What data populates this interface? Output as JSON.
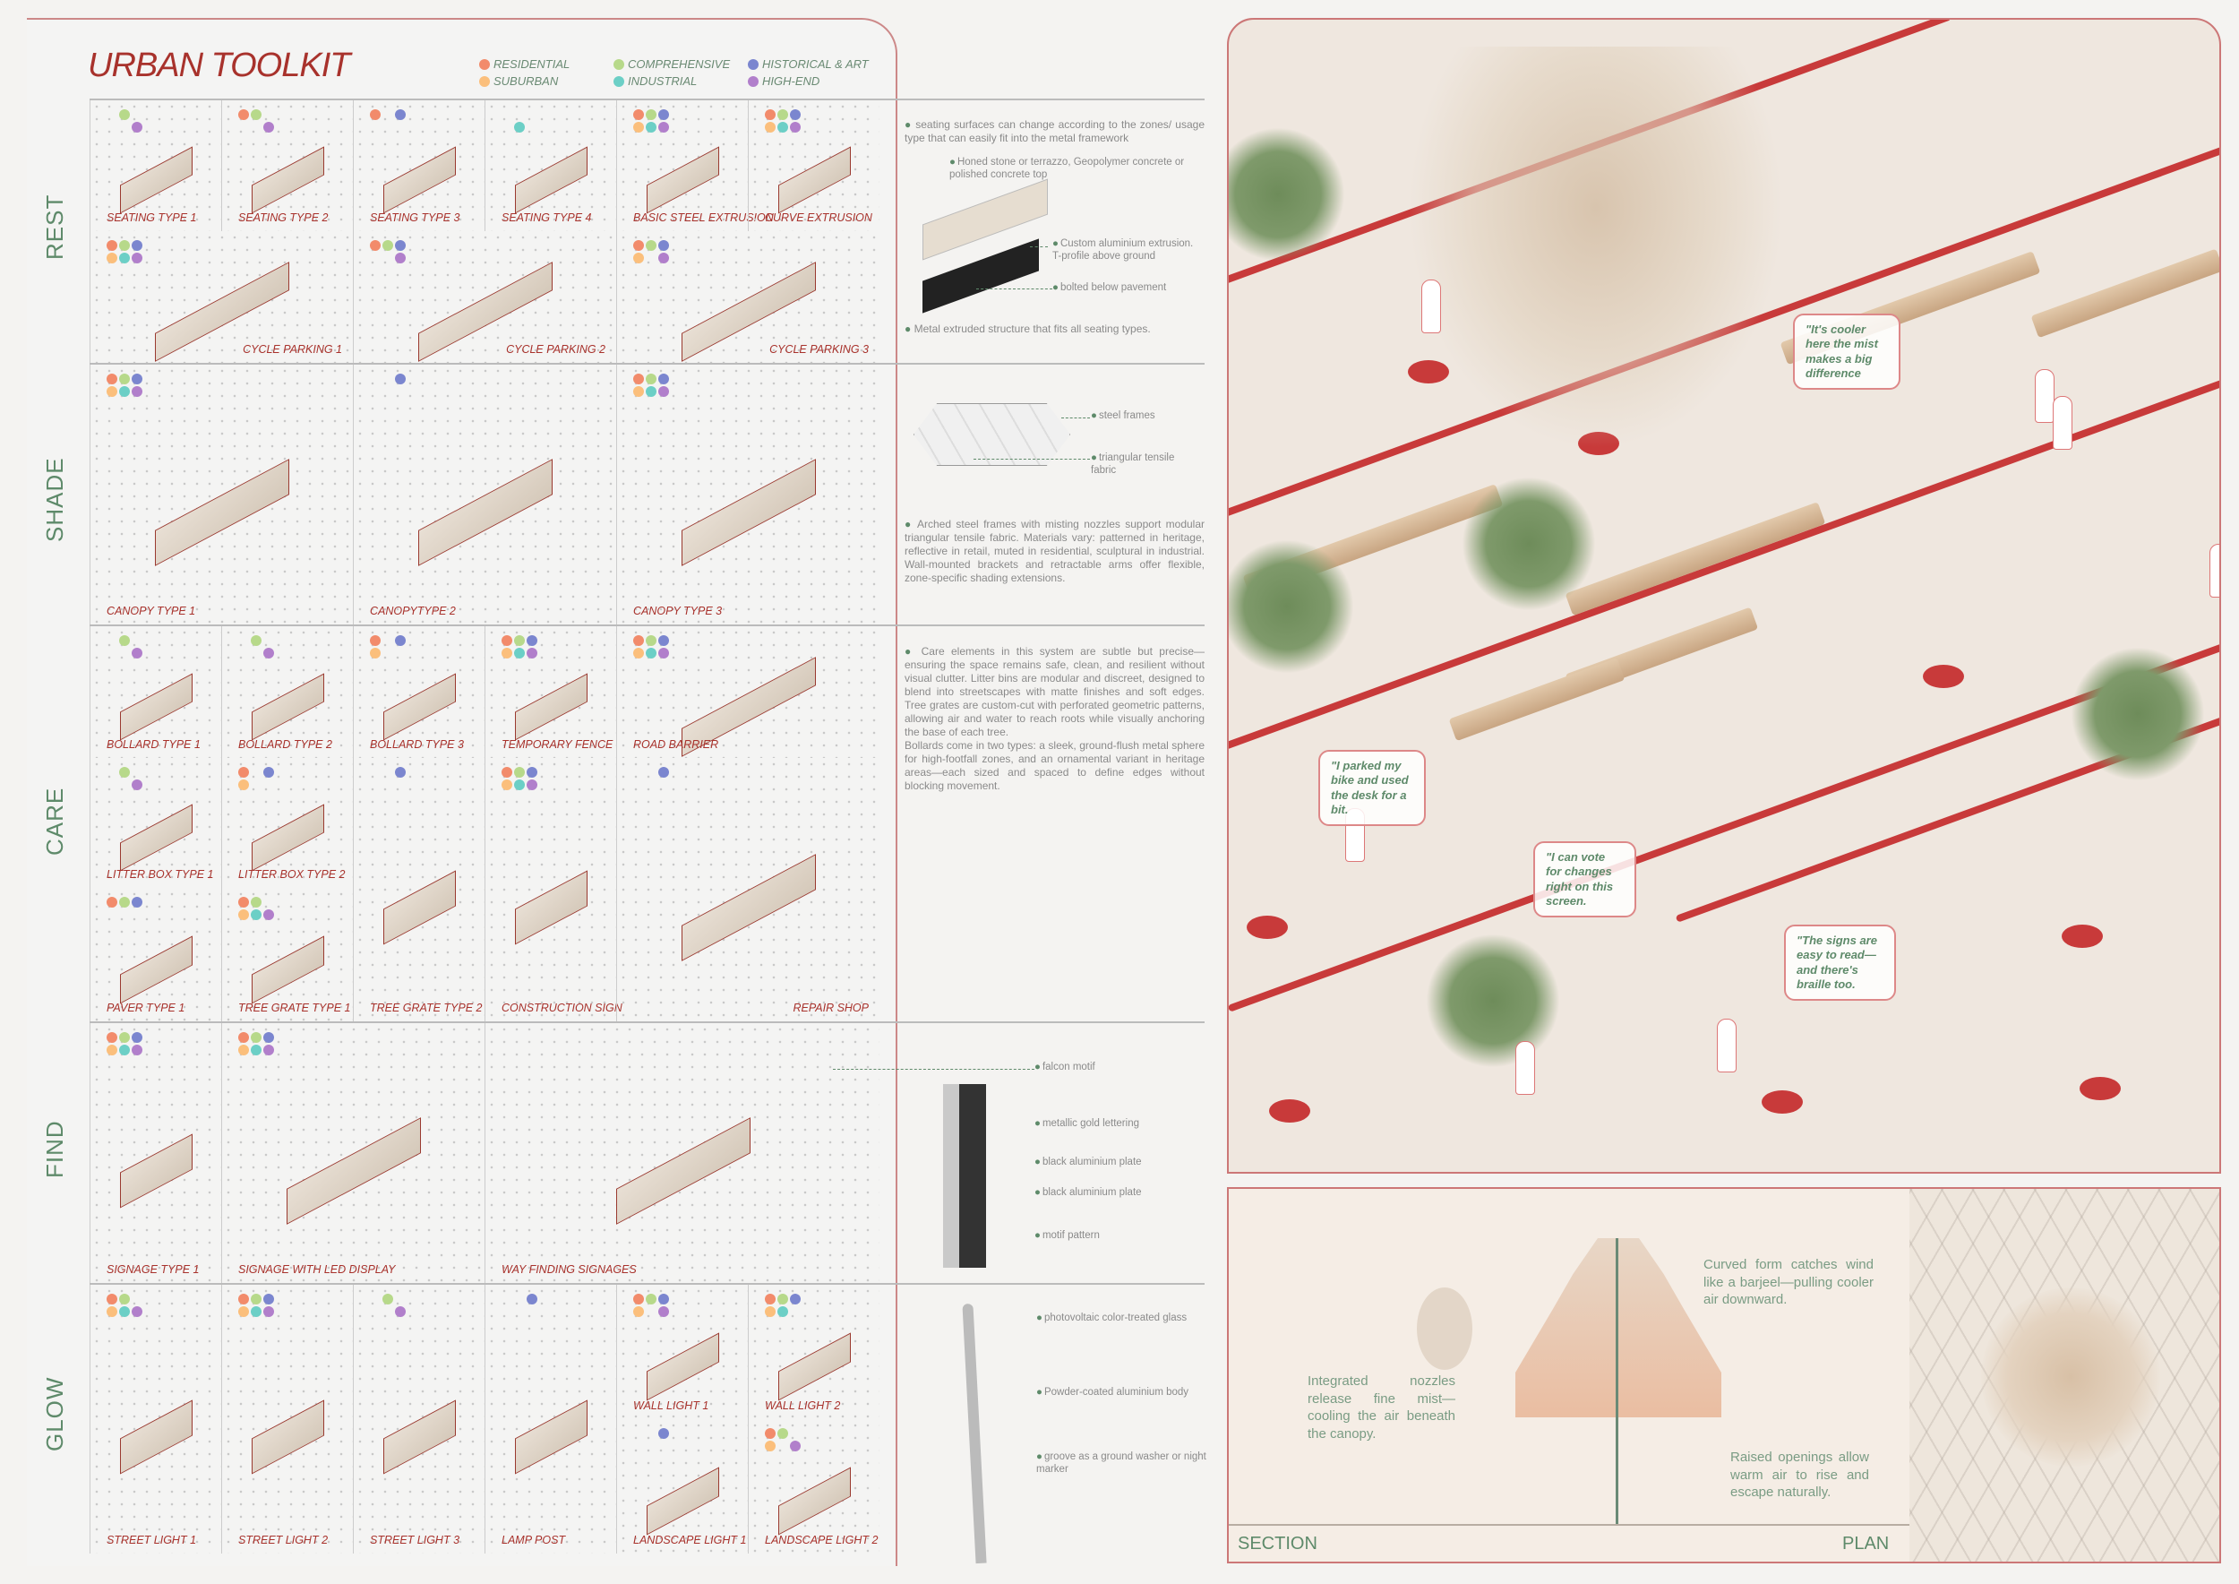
{
  "title": "URBAN TOOLKIT",
  "legend": [
    {
      "label": "RESIDENTIAL",
      "color": "#f28b6b"
    },
    {
      "label": "COMPREHENSIVE",
      "color": "#b7d98a"
    },
    {
      "label": "HISTORICAL & ART",
      "color": "#7b86cf"
    },
    {
      "label": "SUBURBAN",
      "color": "#fbbf7c"
    },
    {
      "label": "INDUSTRIAL",
      "color": "#6ccfc6"
    },
    {
      "label": "HIGH-END",
      "color": "#b17fcb"
    }
  ],
  "sections": [
    "REST",
    "SHADE",
    "CARE",
    "FIND",
    "GLOW"
  ],
  "rest": {
    "row1": [
      "SEATING TYPE 1",
      "SEATING TYPE 2",
      "SEATING TYPE 3",
      "SEATING TYPE 4",
      "BASIC STEEL EXTRUSION",
      "CURVE EXTRUSION"
    ],
    "row2": [
      "CYCLE PARKING 1",
      "CYCLE PARKING 2",
      "CYCLE PARKING 3"
    ]
  },
  "shade": [
    "CANOPY TYPE 1",
    "CANOPYTYPE 2",
    "CANOPY TYPE 3"
  ],
  "care": {
    "row1": [
      "BOLLARD TYPE 1",
      "BOLLARD TYPE 2",
      "BOLLARD TYPE 3",
      "TEMPORARY FENCE",
      "ROAD BARRIER"
    ],
    "row2": [
      "LITTER BOX TYPE 1",
      "LITTER BOX TYPE 2"
    ],
    "row3": [
      "PAVER TYPE 1",
      "TREE GRATE TYPE 1",
      "TREE  GRATE TYPE 2",
      "CONSTRUCTION SIGN",
      "REPAIR SHOP"
    ]
  },
  "find": [
    "SIGNAGE TYPE 1",
    "SIGNAGE WITH  LED DISPLAY",
    "WAY FINDING SIGNAGES"
  ],
  "glow": [
    "STREET LIGHT 1",
    "STREET LIGHT 2",
    "STREET LIGHT 3",
    "LAMP POST",
    "WALL LIGHT 1",
    "WALL LIGHT 2",
    "LANDSCAPE LIGHT 1",
    "LANDSCAPE LIGHT 2"
  ],
  "notes": {
    "rest_intro": "seating surfaces can change according to the zones/ usage type that can easily fit into the metal framework",
    "rest_top": "Honed stone or terrazzo, Geopolymer concrete or polished concrete top",
    "rest_extrusion": "Custom aluminium extrusion. T-profile above ground",
    "rest_bolted": "bolted below pavement",
    "rest_structure": "Metal extruded structure that fits all seating types.",
    "shade_frames": "steel frames",
    "shade_fabric": "triangular tensile fabric",
    "shade_desc": "Arched steel frames with misting nozzles support modular triangular tensile fabric. Materials vary: patterned in heritage, reflective in retail, muted in residential, sculptural in industrial. Wall-mounted brackets and retractable arms offer flexible, zone-specific shading extensions.",
    "care_desc1": "Care elements in this system are subtle but precise—ensuring the space remains safe, clean, and resilient without visual clutter. Litter bins are modular and discreet, designed to blend into streetscapes with matte finishes and soft edges. Tree grates are custom-cut with perforated geometric patterns, allowing air and water to reach roots while visually anchoring the base of each tree.",
    "care_desc2": "Bollards come in two types: a sleek, ground-flush metal sphere for high-footfall zones, and an ornamental variant in heritage areas—each sized and spaced to define edges without blocking movement.",
    "find_falcon": "falcon motif",
    "find_gold": "metallic gold lettering",
    "find_plate1": "black aluminium plate",
    "find_plate2": "black aluminium plate",
    "find_pattern": "motif pattern",
    "glow_pv": "photovoltaic color-treated glass",
    "glow_body": "Powder-coated aluminium body",
    "glow_groove": "groove as a ground washer or night marker"
  },
  "map": {
    "bubbles": [
      "\"It's cooler here the mist makes a big difference",
      "\"I parked my bike and used the desk for a bit.",
      "\"I can vote for changes right on this screen.",
      "\"The signs are easy to read—and there's braille too."
    ]
  },
  "section_panel": {
    "left_label": "SECTION",
    "right_label": "PLAN",
    "text_wind": "Curved form catches wind like a barjeel—pulling cooler air downward.",
    "text_mist": "Integrated nozzles release fine mist—cooling the air beneath the canopy.",
    "text_openings": "Raised openings allow warm air to rise and escape naturally."
  },
  "colors": {
    "accent": "#a8322c",
    "path": "#c83a3a",
    "label_green": "#5e8a6a"
  }
}
